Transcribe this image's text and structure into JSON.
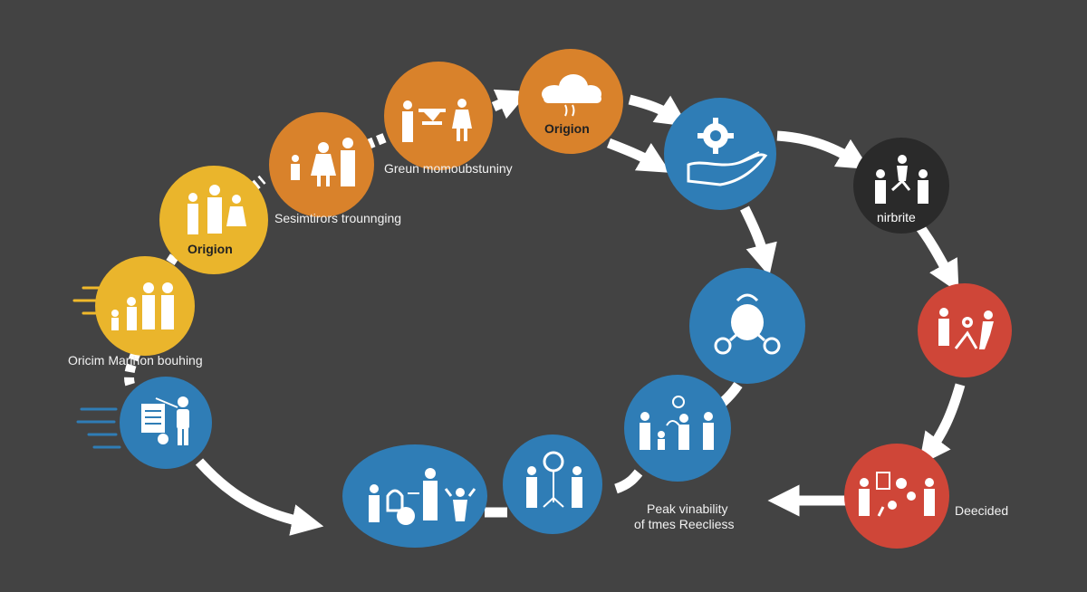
{
  "colors": {
    "background": "#434343",
    "yellow": "#eab52c",
    "orange": "#d9822b",
    "blue": "#2f7db6",
    "dark": "#2a2a2a",
    "red": "#cf4638",
    "arrow": "#ffffff"
  },
  "nodes": [
    {
      "id": "n1",
      "color": "blue",
      "icon": "document-person-icon",
      "label": ""
    },
    {
      "id": "n2",
      "color": "yellow",
      "icon": "family-group-icon",
      "label": "Oricim Marihon bouhing"
    },
    {
      "id": "n3",
      "color": "yellow",
      "icon": "family-group-icon",
      "label": "Origion"
    },
    {
      "id": "n4",
      "color": "orange",
      "icon": "family-group-icon",
      "label": "Sesimtirors trounnging"
    },
    {
      "id": "n5",
      "color": "orange",
      "icon": "people-table-icon",
      "label": "Greun momoubstuniny"
    },
    {
      "id": "n6",
      "color": "orange",
      "icon": "cloud-rain-icon",
      "label": "Origion"
    },
    {
      "id": "n7",
      "color": "blue",
      "icon": "hand-gear-icon",
      "label": ""
    },
    {
      "id": "n8",
      "color": "dark",
      "icon": "people-network-icon",
      "label": "nirbrite"
    },
    {
      "id": "n9",
      "color": "red",
      "icon": "people-gears-icon",
      "label": ""
    },
    {
      "id": "n10",
      "color": "red",
      "icon": "people-gears-icon",
      "label": "Deecided"
    },
    {
      "id": "n11",
      "color": "blue",
      "icon": "family-network-icon",
      "label": ""
    },
    {
      "id": "n12",
      "color": "blue",
      "icon": "head-network-icon",
      "label": ""
    },
    {
      "id": "n13",
      "color": "blue",
      "icon": "people-lightbulb-icon",
      "label": ""
    },
    {
      "id": "n14",
      "color": "blue",
      "icon": "people-interaction-icon",
      "label": ""
    }
  ],
  "labels": {
    "n2": "Oricim Marihon bouhing",
    "n3_inner": "Origion",
    "n4": "Sesimtirors trounnging",
    "n5": "Greun momoubstuniny",
    "n6_inner": "Origion",
    "n8_inner": "nirbrite",
    "n10": "Deecided",
    "n13_line1": "Peak vinability",
    "n13_line2": "of tmes Reecliess"
  }
}
